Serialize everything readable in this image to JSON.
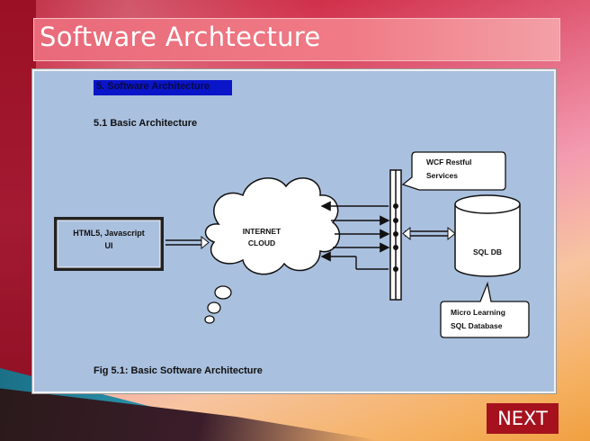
{
  "slide": {
    "title": "Software Archtecture",
    "next_label": "NEXT"
  },
  "figure": {
    "heading": "5. Software Architecture",
    "subheading": "5.1 Basic Architecture",
    "caption": "Fig 5.1: Basic Software Architecture",
    "ui_box_line1": "HTML5, Javascript",
    "ui_box_line2": "UI",
    "cloud_line1": "INTERNET",
    "cloud_line2": "CLOUD",
    "wcf_line1": "WCF Restful",
    "wcf_line2": "Services",
    "db_label": "SQL DB",
    "db_note_line1": "Micro Learning",
    "db_note_line2": "SQL Database"
  }
}
